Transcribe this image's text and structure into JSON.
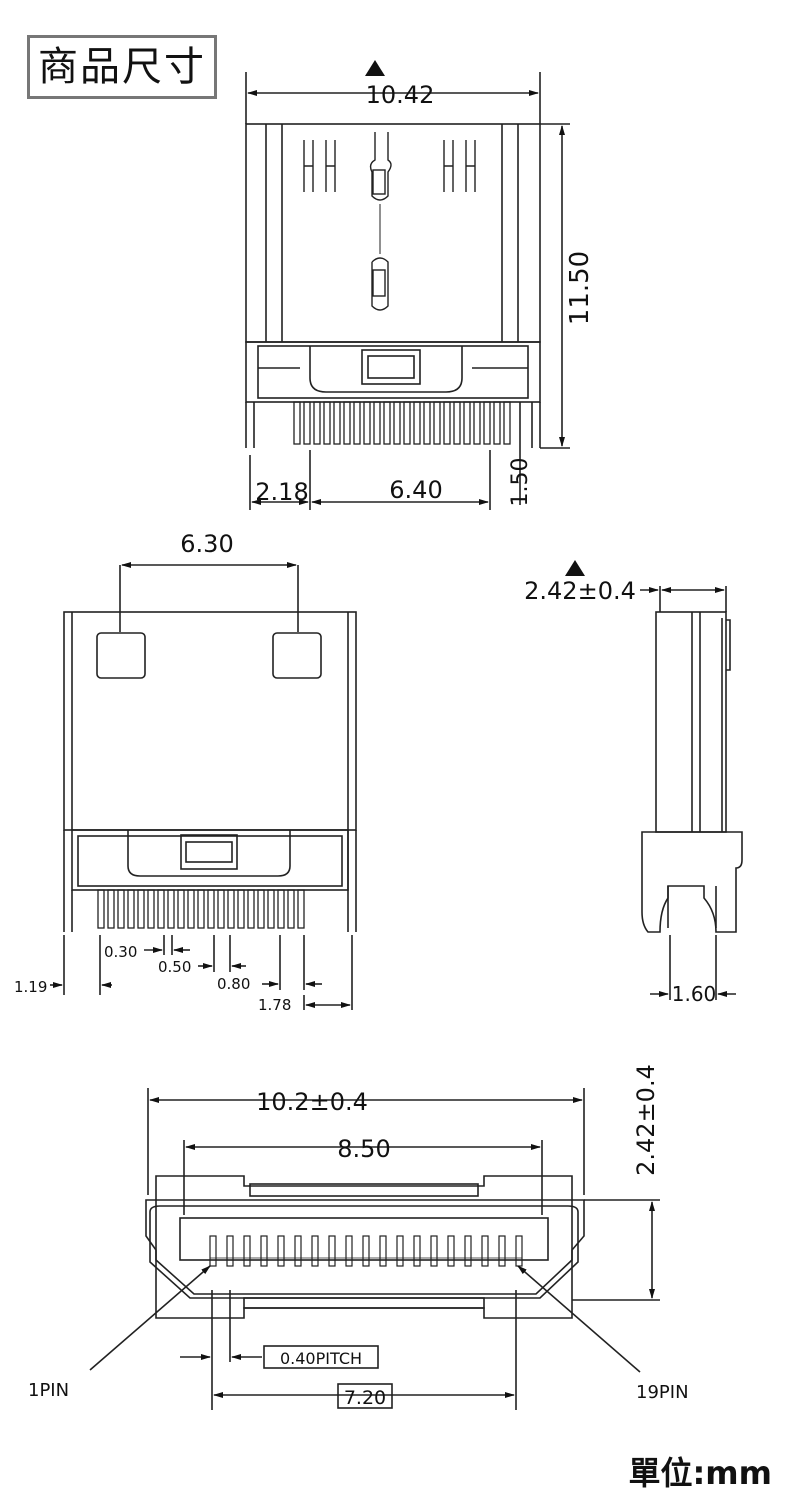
{
  "title": "商品尺寸",
  "unit_label": "單位:mm",
  "top_view": {
    "width": "10.42",
    "height": "11.50",
    "pin_offset": "2.18",
    "pin_span": "6.40",
    "tail": "1.50"
  },
  "front_view": {
    "hole_span": "6.30",
    "d_030": "0.30",
    "d_050": "0.50",
    "d_080": "0.80",
    "d_119": "1.19",
    "d_178": "1.78"
  },
  "side_view": {
    "thickness": "2.42±0.4",
    "leg_gap": "1.60"
  },
  "end_view": {
    "outer_width": "10.2±0.4",
    "inner_width": "8.50",
    "height": "2.42±0.4",
    "pitch": "0.40PITCH",
    "pin_span": "7.20",
    "pin1": "1PIN",
    "pin19": "19PIN"
  }
}
